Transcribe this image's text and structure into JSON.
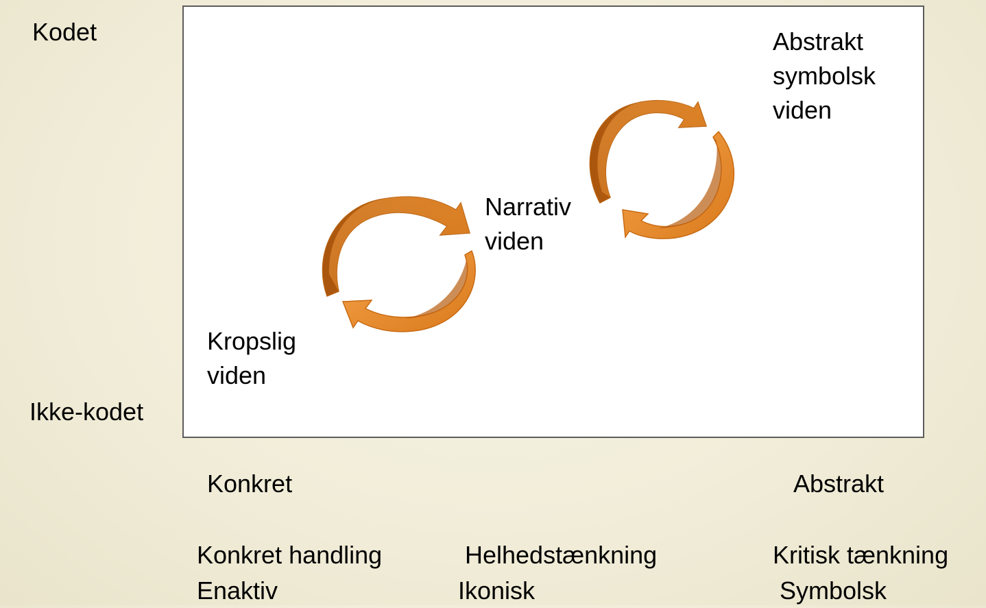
{
  "axis": {
    "y_top": "Kodet",
    "y_bottom": "Ikke-kodet",
    "x_left": "Konkret",
    "x_right": "Abstrakt"
  },
  "nodes": {
    "abstract": "Abstrakt\nsymbolsk\nviden",
    "narrative": "Narrativ\nviden",
    "bodily": "Kropslig\nviden"
  },
  "footer": {
    "col1_line1": "Konkret handling",
    "col1_line2": "Enaktiv",
    "col2_line1": "Helhedstænkning",
    "col2_line2": "Ikonisk",
    "col3_line1": "Kritisk tænkning",
    "col3_line2": " Symbolsk"
  },
  "colors": {
    "arrow_light": "#f6a24a",
    "arrow_dark": "#c0640f",
    "frame_border": "#5c5c5c",
    "background": "#f3f0dc"
  },
  "icons": [
    "cycle-arrows-icon",
    "cycle-arrows-icon"
  ]
}
